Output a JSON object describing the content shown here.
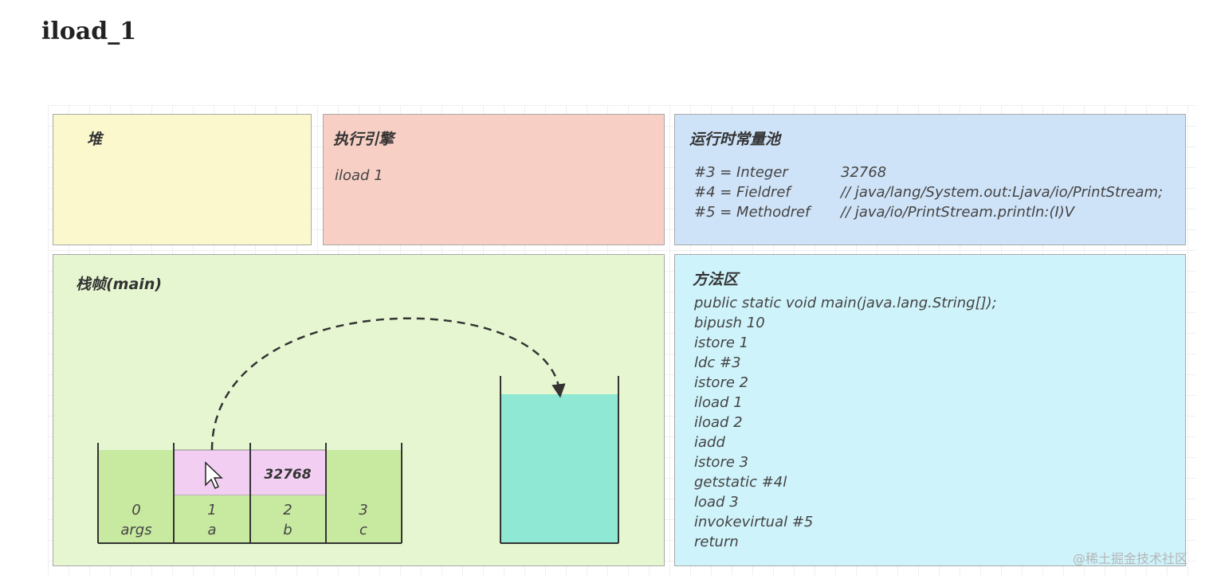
{
  "page_title": "iload_1",
  "heap": {
    "title": "堆"
  },
  "engine": {
    "title": "执行引擎",
    "instruction": "iload 1"
  },
  "pool": {
    "title": "运行时常量池",
    "entries": [
      {
        "key": "#3 = Integer",
        "value": "32768"
      },
      {
        "key": "#4 = Fieldref",
        "value": "// java/lang/System.out:Ljava/io/PrintStream;"
      },
      {
        "key": "#5 = Methodref",
        "value": "// java/io/PrintStream.println:(I)V"
      }
    ]
  },
  "frame": {
    "title": "栈帧(main)",
    "slots": [
      {
        "index": "0",
        "name": "args",
        "value": ""
      },
      {
        "index": "1",
        "name": "a",
        "value": ""
      },
      {
        "index": "2",
        "name": "b",
        "value": "32768"
      },
      {
        "index": "3",
        "name": "c",
        "value": ""
      }
    ]
  },
  "method": {
    "title": "方法区",
    "lines": [
      "public static void main(java.lang.String[]);",
      "bipush 10",
      "istore 1",
      "ldc #3",
      "istore 2",
      "iload 1",
      "iload 2",
      "iadd",
      "istore 3",
      "getstatic #4l",
      "load 3",
      "invokevirtual #5",
      "return"
    ]
  },
  "colors": {
    "heap_bg": "#fbf8cd",
    "engine_bg": "#f7cfc4",
    "pool_bg": "#cfe3f8",
    "frame_bg": "#e6f6d1",
    "method_bg": "#cff3fb",
    "local_var_fill": "#c8eaa0",
    "highlight_slot": "#f2cff2",
    "operand_stack_fill": "#8ee8d3"
  },
  "watermark": "@稀土掘金技术社区"
}
